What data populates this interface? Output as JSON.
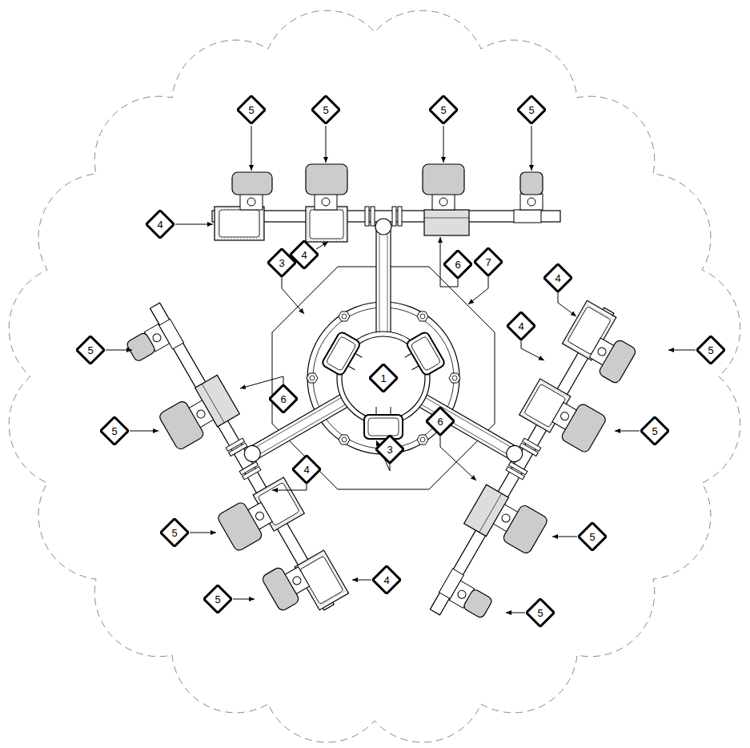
{
  "diagram": {
    "nodes": [
      {
        "text": [
          "5"
        ]
      },
      {
        "text": [
          "5"
        ]
      },
      {
        "text": [
          "5"
        ]
      },
      {
        "text": [
          "5"
        ]
      },
      {
        "text": [
          "4"
        ]
      },
      {
        "text": [
          "4"
        ]
      },
      {
        "text": [
          "3"
        ]
      },
      {
        "text": [
          "7"
        ]
      },
      {
        "text": [
          "6"
        ]
      },
      {
        "text": [
          "4"
        ]
      },
      {
        "text": [
          "4"
        ]
      },
      {
        "text": [
          "5"
        ]
      },
      {
        "text": [
          "5"
        ]
      },
      {
        "text": [
          "1"
        ]
      },
      {
        "text": [
          "6"
        ]
      },
      {
        "text": [
          "6"
        ]
      },
      {
        "text": [
          "5"
        ]
      },
      {
        "text": [
          "5"
        ]
      },
      {
        "text": [
          "3"
        ]
      },
      {
        "text": [
          "4"
        ]
      },
      {
        "text": [
          "5"
        ]
      },
      {
        "text": [
          "5"
        ]
      },
      {
        "text": [
          "4"
        ]
      },
      {
        "text": [
          "5"
        ]
      },
      {
        "text": [
          "5"
        ]
      }
    ]
  }
}
